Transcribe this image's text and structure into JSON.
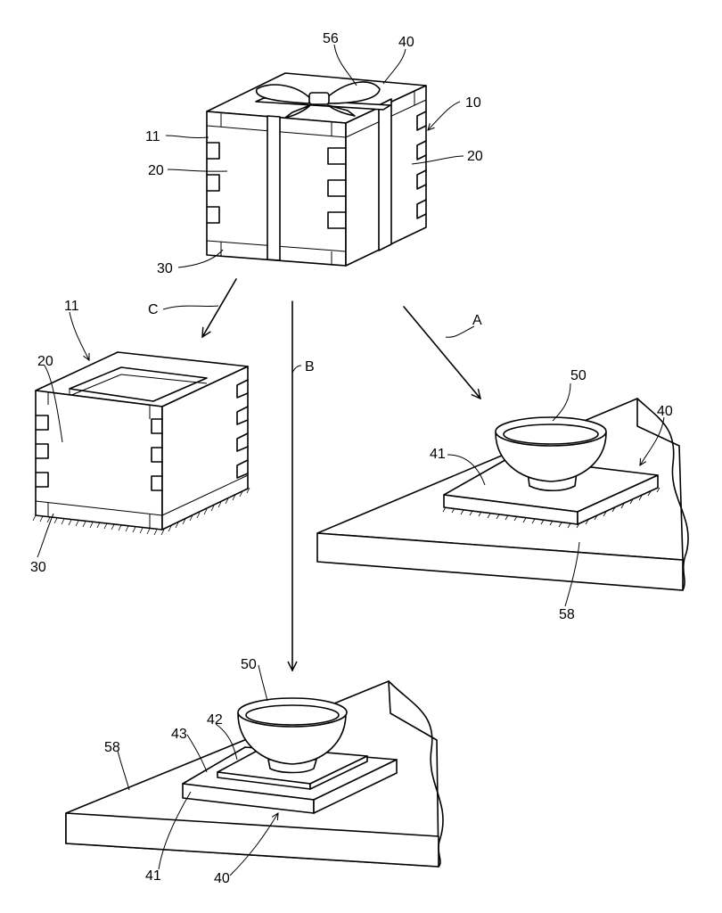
{
  "labels": {
    "gift_band": "56",
    "gift_tray": "40",
    "gift_box": "10",
    "gift_masu": "11",
    "gift_side_left": "20",
    "gift_side_right": "20",
    "gift_bottom": "30",
    "arrow_c": "C",
    "arrow_b": "B",
    "arrow_a": "A",
    "masu_box": "11",
    "masu_side": "20",
    "masu_bottom": "30",
    "cup_a": "50",
    "tray_a": "40",
    "tray_top_a": "41",
    "table_a": "58",
    "cup_b": "50",
    "tray_inner_b": "42",
    "tray_mid_b": "43",
    "table_b": "58",
    "tray_top_b": "41",
    "tray_b": "40"
  }
}
